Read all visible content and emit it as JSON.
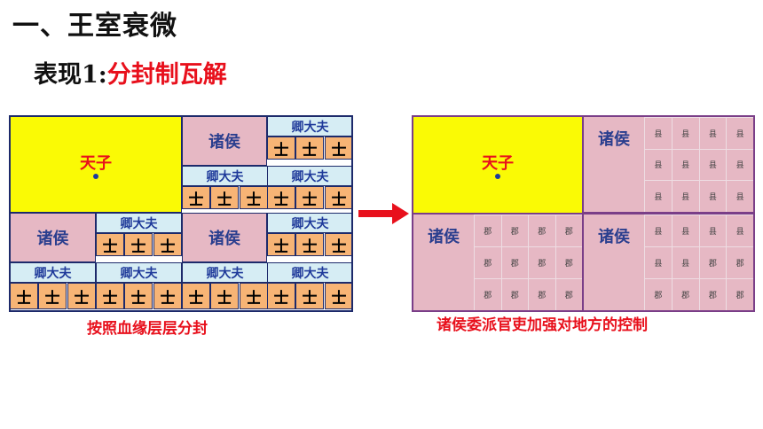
{
  "header": {
    "title": "一、王室衰微",
    "subtitle_key": "表现1:",
    "subtitle_value": "分封制瓦解"
  },
  "left_diagram": {
    "tianzi": "天子",
    "zhuhou": "诸侯",
    "qingdafu": "卿大夫",
    "shi": "士",
    "caption": "按照血缘层层分封"
  },
  "right_diagram": {
    "tianzi": "天子",
    "zhuhou": "诸侯",
    "xian": "县",
    "jun": "郡",
    "caption": "诸侯委派官吏加强对地方的控制"
  },
  "colors": {
    "yellow": "#fafa05",
    "pink": "#e6b8c4",
    "light_blue": "#d6edf4",
    "orange": "#f7b475",
    "red": "#e8101c",
    "dark_blue": "#2a3e8e",
    "right_border": "#7a3e88"
  },
  "icons": {
    "arrow": "red-right-arrow"
  }
}
